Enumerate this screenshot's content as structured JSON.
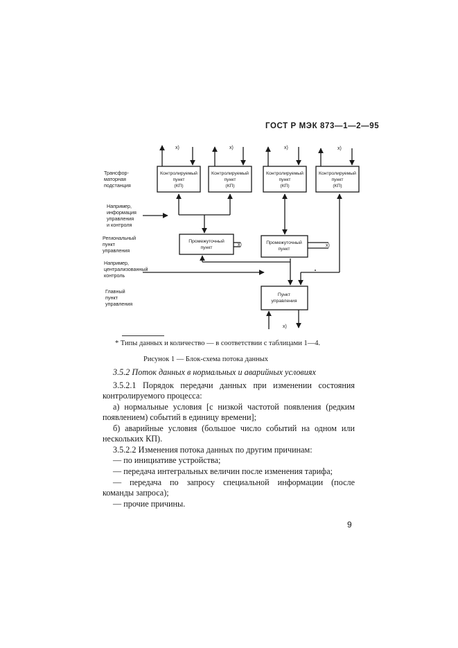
{
  "header": {
    "standard": "ГОСТ Р МЭК 873—1—2—95"
  },
  "diagram": {
    "left_labels": {
      "substation": [
        "Трансфор-",
        "маторная",
        "подстанция"
      ],
      "example1": [
        "Например,",
        "информация",
        "управления",
        "и контроля"
      ],
      "regional": [
        "Региональный",
        "пункт",
        "управления"
      ],
      "example2": [
        "Например,",
        "централизованный",
        "контроль"
      ],
      "main": [
        "Главный",
        "пункт",
        "управления"
      ]
    },
    "kp_boxes": [
      [
        "Контролируемый",
        "пункт",
        "(КП)"
      ],
      [
        "Контролируемый",
        "пункт",
        "(КП)"
      ],
      [
        "Контролируемый",
        "пункт",
        "(КП)"
      ],
      [
        "Контролируемый",
        "пункт",
        "(КП)"
      ]
    ],
    "intermediate_boxes": [
      [
        "Промежуточный",
        "пункт"
      ],
      [
        "Промежуточный",
        "пункт"
      ]
    ],
    "control_box": [
      "Пункт",
      "управления"
    ],
    "marker": "х)"
  },
  "footnote": "* Типы данных и количество — в соответствии с таблицами 1—4.",
  "caption": "Рисунок 1 — Блок-схема потока данных",
  "section": {
    "title": "3.5.2 Поток данных в нормальных и аварийных условиях",
    "p1_line1": "3.5.2.1 Порядок передачи данных при изменении состояния",
    "p1_line2": "контролируемого процесса:",
    "a_line1": "а) нормальные условия [с низкой частотой появления (редким",
    "a_line2": "появлением) событий в единицу времени];",
    "b_line1": "б) аварийные условия (большое число событий на одном или",
    "b_line2": "нескольких КП).",
    "p2": "3.5.2.2 Изменения потока данных по другим причинам:",
    "i1": "— по инициативе устройства;",
    "i2": "— передача интегральных величин после изменения тарифа;",
    "i3_line1": "— передача по запросу специальной информации (после",
    "i3_line2": "команды запроса);",
    "i4": "— прочие причины."
  },
  "page_number": "9"
}
